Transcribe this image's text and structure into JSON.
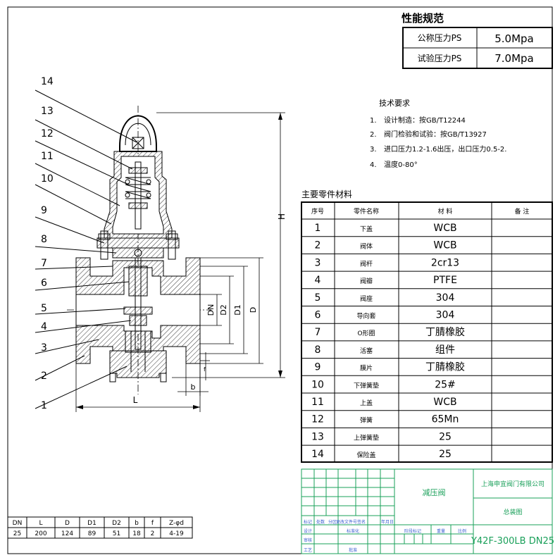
{
  "performance_spec": {
    "title": "性能规范",
    "rows": [
      {
        "label": "公称压力PS",
        "value": "5.0Mpa"
      },
      {
        "label": "试验压力PS",
        "value": "7.0Mpa"
      }
    ]
  },
  "tech_requirements": {
    "title": "技术要求",
    "items": [
      {
        "num": "1.",
        "text": "设计制造：按GB/T12244"
      },
      {
        "num": "2.",
        "text": "阀门检验和试验：按GB/T13927"
      },
      {
        "num": "3.",
        "text": "进口压力1.2-1.6出压，出口压力0.5-2."
      },
      {
        "num": "4.",
        "text": "温度0-80°"
      }
    ]
  },
  "parts_table": {
    "title": "主要零件材料",
    "headers": [
      "序号",
      "零件名称",
      "材 料",
      "备 注"
    ],
    "rows": [
      [
        "1",
        "下盖",
        "WCB",
        ""
      ],
      [
        "2",
        "阀体",
        "WCB",
        ""
      ],
      [
        "3",
        "阀杆",
        "2cr13",
        ""
      ],
      [
        "4",
        "阀瓣",
        "PTFE",
        ""
      ],
      [
        "5",
        "阀座",
        "304",
        ""
      ],
      [
        "6",
        "导向套",
        "304",
        ""
      ],
      [
        "7",
        "O形圈",
        "丁腈橡胶",
        ""
      ],
      [
        "8",
        "活塞",
        "组件",
        ""
      ],
      [
        "9",
        "膜片",
        "丁腈橡胶",
        ""
      ],
      [
        "10",
        "下弹簧垫",
        "25#",
        ""
      ],
      [
        "11",
        "上盖",
        "WCB",
        ""
      ],
      [
        "12",
        "弹簧",
        "65Mn",
        ""
      ],
      [
        "13",
        "上弹簧垫",
        "25",
        ""
      ],
      [
        "14",
        "保险盖",
        "25",
        ""
      ]
    ]
  },
  "dimension_table": {
    "headers": [
      "DN",
      "L",
      "D",
      "D1",
      "D2",
      "b",
      "f",
      "Z-φd"
    ],
    "values": [
      "25",
      "200",
      "124",
      "89",
      "51",
      "18",
      "2",
      "4-19"
    ]
  },
  "title_block": {
    "product": "减压阀",
    "company": "上海申宜阀门有限公司",
    "drawing_type": "总装图",
    "model": "Y42F-300LB DN25",
    "labels": {
      "a": "标记",
      "b": "处数",
      "c": "分区",
      "d": "更改文件号",
      "e": "签名",
      "f": "年月日",
      "g": "设计",
      "h": "标准化",
      "i": "阶段标记",
      "j": "重量",
      "k": "比例",
      "l": "审核",
      "m": "工艺",
      "n": "批准"
    }
  },
  "drawing": {
    "part_labels": [
      "1",
      "2",
      "3",
      "4",
      "5",
      "6",
      "7",
      "8",
      "9",
      "10",
      "11",
      "12",
      "13",
      "14"
    ],
    "dim_labels": {
      "H": "H",
      "L": "L",
      "DN": "DN",
      "D2": "D2",
      "D1": "D1",
      "D": "D",
      "b": "b",
      "f": "f"
    }
  }
}
